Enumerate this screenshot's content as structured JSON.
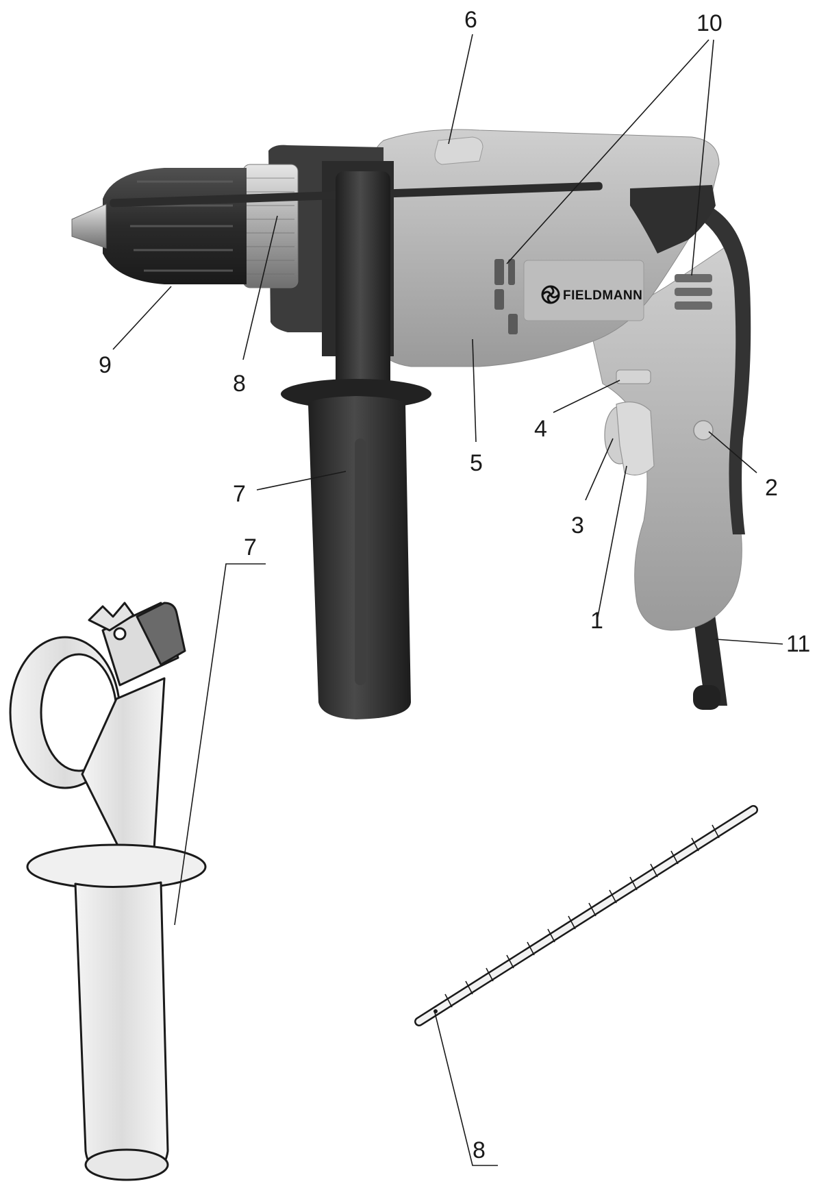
{
  "brand": {
    "logo_text": "FIELDMANN"
  },
  "callouts": [
    {
      "id": "1",
      "label": "1"
    },
    {
      "id": "2",
      "label": "2"
    },
    {
      "id": "3",
      "label": "3"
    },
    {
      "id": "4",
      "label": "4"
    },
    {
      "id": "5",
      "label": "5"
    },
    {
      "id": "6",
      "label": "6"
    },
    {
      "id": "7a",
      "label": "7"
    },
    {
      "id": "7b",
      "label": "7"
    },
    {
      "id": "8a",
      "label": "8"
    },
    {
      "id": "8b",
      "label": "8"
    },
    {
      "id": "9",
      "label": "9"
    },
    {
      "id": "10",
      "label": "10"
    },
    {
      "id": "11",
      "label": "11"
    }
  ],
  "colors": {
    "housing_grey": "#b3b3b3",
    "housing_dark": "#3a3a3a",
    "handle_black": "#2c2c2c",
    "line_art": "#1a1a1a"
  }
}
